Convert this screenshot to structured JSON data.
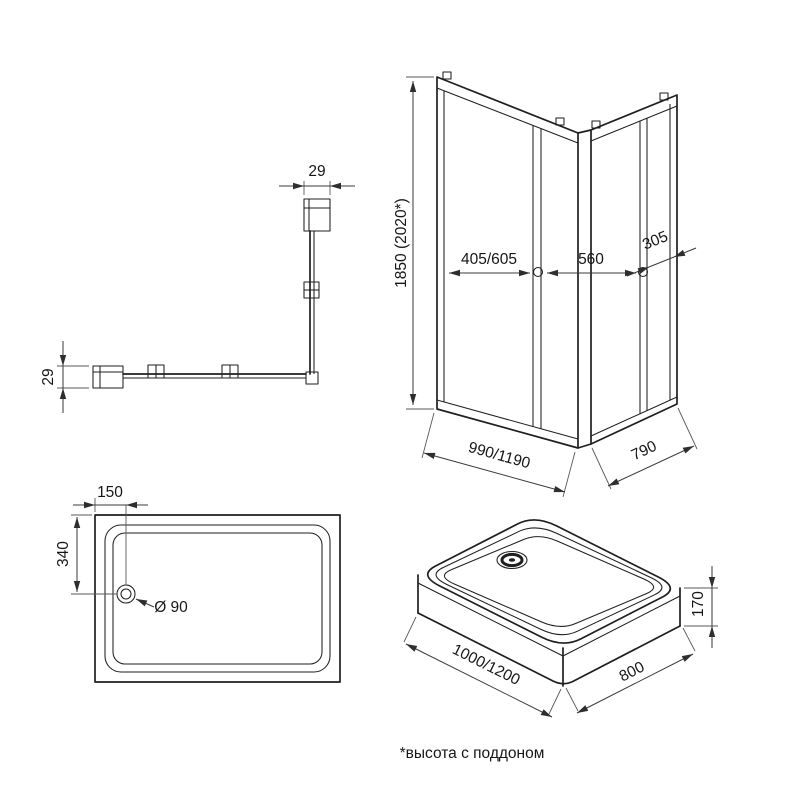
{
  "footnote": "*высота с поддоном",
  "profile_plan": {
    "dim_depth_top": "29",
    "dim_depth_side": "29"
  },
  "enclosure": {
    "dim_height": "1850 (2020*)",
    "dim_fixed_left": "405/605",
    "dim_door": "560",
    "dim_fixed_right": "305",
    "dim_width": "990/1190",
    "dim_depth": "790"
  },
  "tray_plan": {
    "dim_offset_x": "150",
    "dim_offset_y": "340",
    "dim_drain": "Ø 90"
  },
  "tray_iso": {
    "dim_length": "1000/1200",
    "dim_width": "800",
    "dim_height": "170"
  },
  "colors": {
    "background": "#ffffff",
    "object_line": "#1f1f1f",
    "dimension_line": "#3a3a3a",
    "text": "#161616"
  }
}
